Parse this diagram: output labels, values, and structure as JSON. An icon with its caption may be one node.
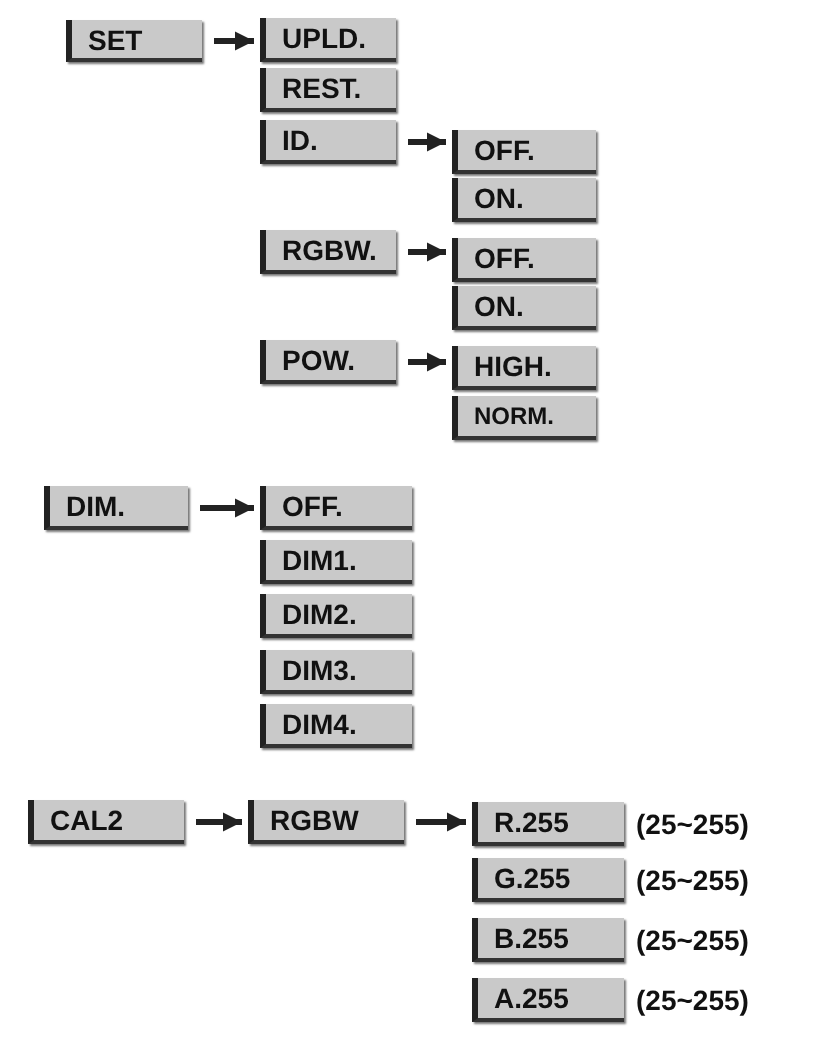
{
  "diagram": {
    "nodes": [
      {
        "text": [
          "SET"
        ]
      },
      {
        "text": [
          "UPLD."
        ]
      },
      {
        "text": [
          "REST."
        ]
      },
      {
        "text": [
          "ID."
        ]
      },
      {
        "text": [
          "OFF."
        ]
      },
      {
        "text": [
          "ON."
        ]
      },
      {
        "text": [
          "RGBW."
        ]
      },
      {
        "text": [
          "OFF."
        ]
      },
      {
        "text": [
          "ON."
        ]
      },
      {
        "text": [
          "POW."
        ]
      },
      {
        "text": [
          "HIGH."
        ]
      },
      {
        "text": [
          "NORM."
        ]
      },
      {
        "text": [
          "DIM."
        ]
      },
      {
        "text": [
          "OFF."
        ]
      },
      {
        "text": [
          "DIM1."
        ]
      },
      {
        "text": [
          "DIM2."
        ]
      },
      {
        "text": [
          "DIM3."
        ]
      },
      {
        "text": [
          "DIM4."
        ]
      },
      {
        "text": [
          "CAL2"
        ]
      },
      {
        "text": [
          "RGBW"
        ]
      },
      {
        "text": [
          "R.255"
        ],
        "beside": [
          "(25~255)"
        ]
      },
      {
        "text": [
          "G.255"
        ],
        "beside": [
          "(25~255)"
        ]
      },
      {
        "text": [
          "B.255"
        ],
        "beside": [
          "(25~255)"
        ]
      },
      {
        "text": [
          "A.255"
        ],
        "beside": [
          "(25~255)"
        ]
      }
    ],
    "edges": [
      {
        "from": 0,
        "to": 1,
        "arrow": "to"
      },
      {
        "from": 3,
        "to": 4,
        "arrow": "to"
      },
      {
        "from": 6,
        "to": 7,
        "arrow": "to"
      },
      {
        "from": 9,
        "to": 10,
        "arrow": "to"
      },
      {
        "from": 12,
        "to": 13,
        "arrow": "to"
      },
      {
        "from": 18,
        "to": 19,
        "arrow": "to"
      },
      {
        "from": 19,
        "to": 20,
        "arrow": "to"
      }
    ]
  }
}
